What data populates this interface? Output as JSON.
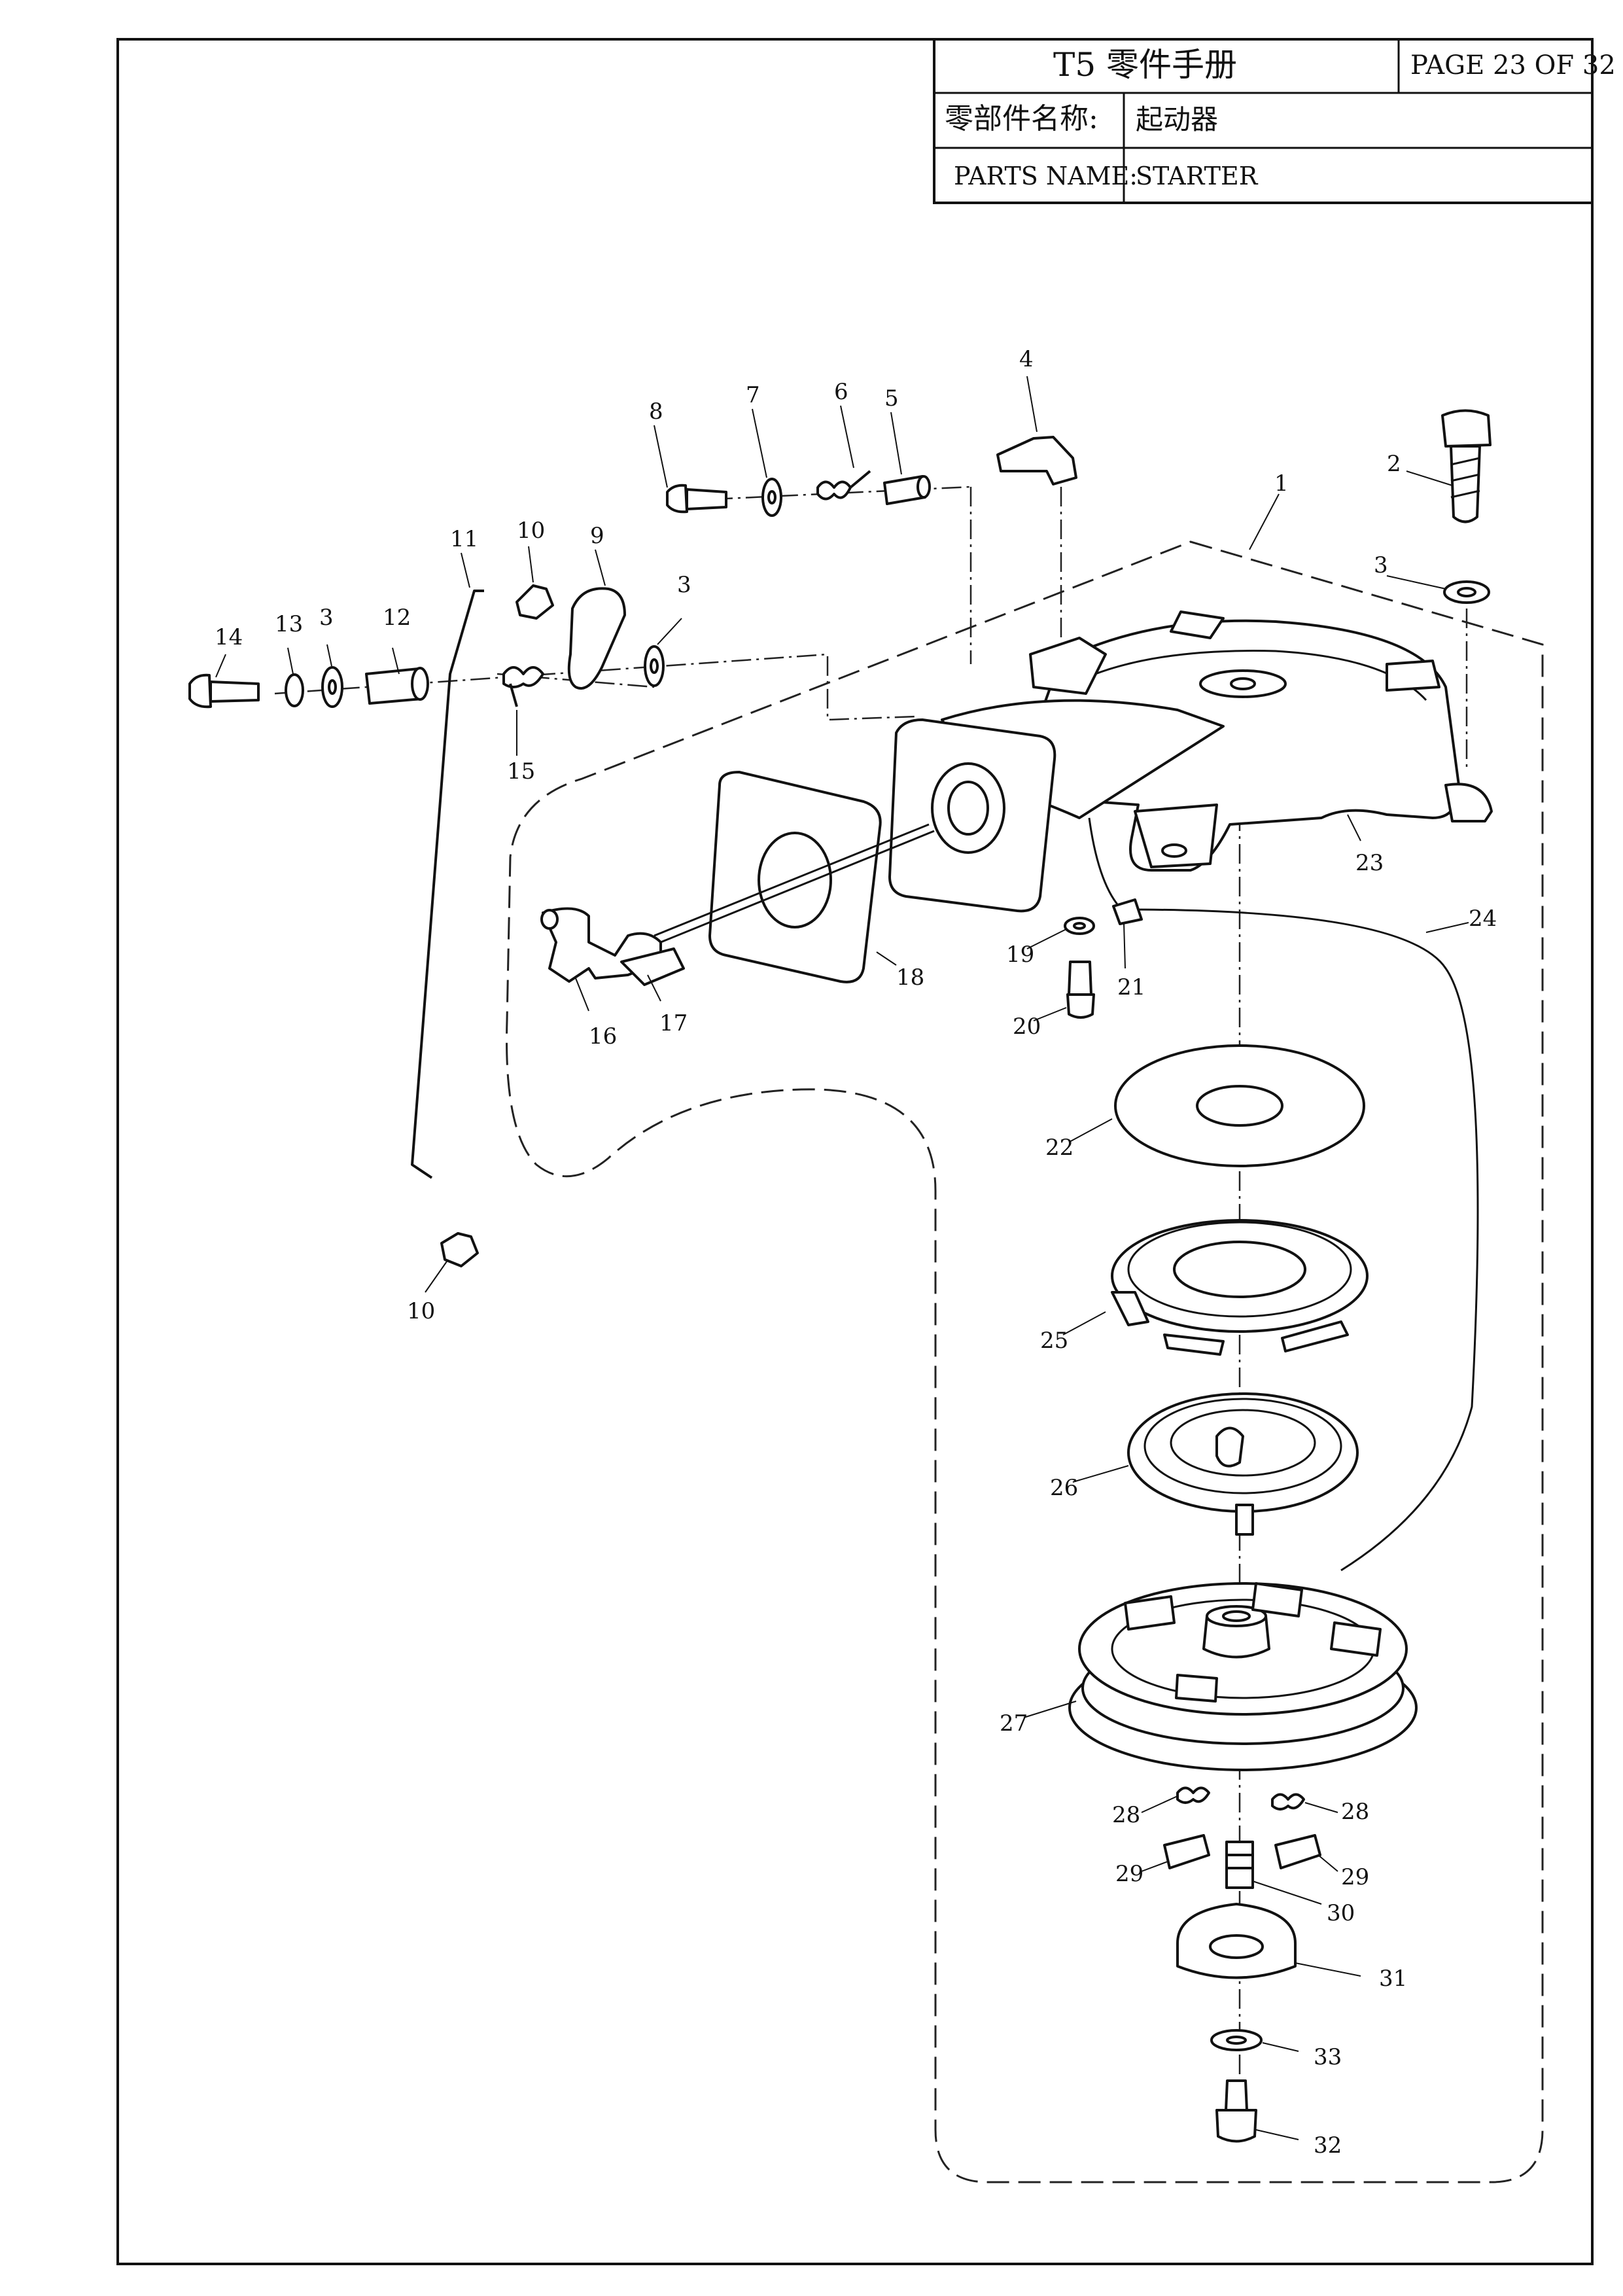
{
  "header": {
    "title": "T5 零件手册",
    "page": "PAGE 23 OF 32",
    "name_label_cn": "零部件名称:",
    "name_value_cn": "起动器",
    "name_label_en": "PARTS NAME:",
    "name_value_en": "STARTER"
  },
  "callouts": [
    {
      "id": "c1",
      "label": "1"
    },
    {
      "id": "c2",
      "label": "2"
    },
    {
      "id": "c3a",
      "label": "3"
    },
    {
      "id": "c3b",
      "label": "3"
    },
    {
      "id": "c3c",
      "label": "3"
    },
    {
      "id": "c4",
      "label": "4"
    },
    {
      "id": "c5",
      "label": "5"
    },
    {
      "id": "c6",
      "label": "6"
    },
    {
      "id": "c7",
      "label": "7"
    },
    {
      "id": "c8",
      "label": "8"
    },
    {
      "id": "c9",
      "label": "9"
    },
    {
      "id": "c10a",
      "label": "10"
    },
    {
      "id": "c10b",
      "label": "10"
    },
    {
      "id": "c11",
      "label": "11"
    },
    {
      "id": "c12",
      "label": "12"
    },
    {
      "id": "c13",
      "label": "13"
    },
    {
      "id": "c14",
      "label": "14"
    },
    {
      "id": "c15",
      "label": "15"
    },
    {
      "id": "c16",
      "label": "16"
    },
    {
      "id": "c17",
      "label": "17"
    },
    {
      "id": "c18",
      "label": "18"
    },
    {
      "id": "c19",
      "label": "19"
    },
    {
      "id": "c20",
      "label": "20"
    },
    {
      "id": "c21",
      "label": "21"
    },
    {
      "id": "c22",
      "label": "22"
    },
    {
      "id": "c23",
      "label": "23"
    },
    {
      "id": "c24",
      "label": "24"
    },
    {
      "id": "c25",
      "label": "25"
    },
    {
      "id": "c26",
      "label": "26"
    },
    {
      "id": "c27",
      "label": "27"
    },
    {
      "id": "c28a",
      "label": "28"
    },
    {
      "id": "c28b",
      "label": "28"
    },
    {
      "id": "c29a",
      "label": "29"
    },
    {
      "id": "c29b",
      "label": "29"
    },
    {
      "id": "c30",
      "label": "30"
    },
    {
      "id": "c31",
      "label": "31"
    },
    {
      "id": "c32",
      "label": "32"
    },
    {
      "id": "c33",
      "label": "33"
    }
  ]
}
